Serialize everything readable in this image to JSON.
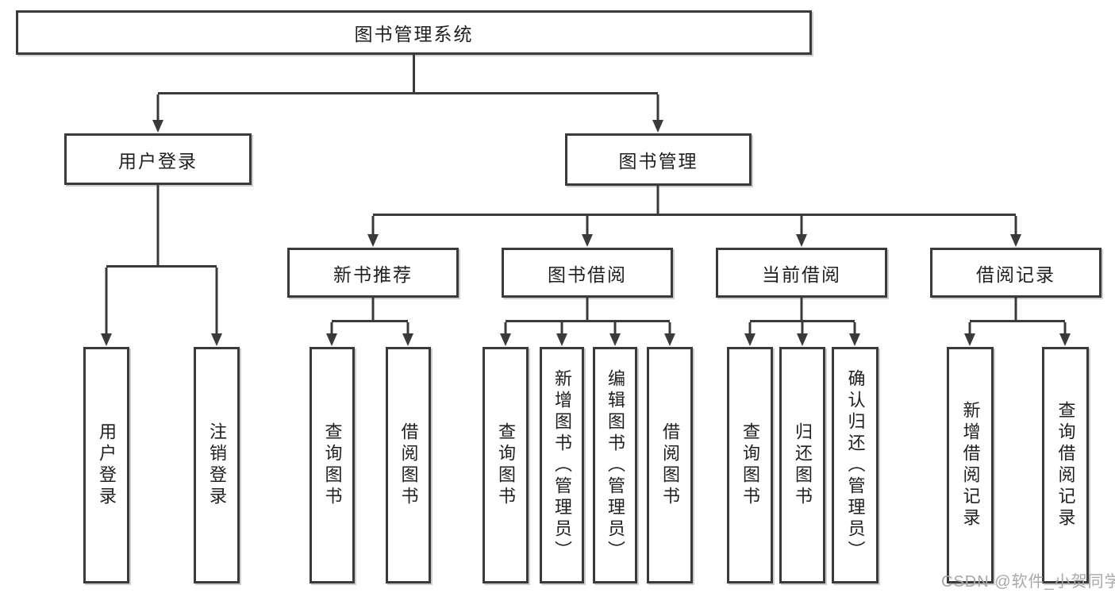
{
  "colors": {
    "line": "#3a3a3a",
    "text": "#1f1f1f",
    "background": "#ffffff",
    "watermark": "#a8a8a8"
  },
  "tree": {
    "label": "图书管理系统",
    "children": [
      {
        "label": "用户登录",
        "children": [
          {
            "label": "用户登录"
          },
          {
            "label": "注销登录"
          }
        ]
      },
      {
        "label": "图书管理",
        "children": [
          {
            "label": "新书推荐",
            "children": [
              {
                "label": "查询图书"
              },
              {
                "label": "借阅图书"
              }
            ]
          },
          {
            "label": "图书借阅",
            "children": [
              {
                "label": "查询图书"
              },
              {
                "label": "新增图书（管理员）"
              },
              {
                "label": "编辑图书（管理员）"
              },
              {
                "label": "借阅图书"
              }
            ]
          },
          {
            "label": "当前借阅",
            "children": [
              {
                "label": "查询图书"
              },
              {
                "label": "归还图书"
              },
              {
                "label": "确认归还（管理员）"
              }
            ]
          },
          {
            "label": "借阅记录",
            "children": [
              {
                "label": "新增借阅记录"
              },
              {
                "label": "查询借阅记录"
              }
            ]
          }
        ]
      }
    ]
  },
  "watermark": {
    "text": "CSDN @软件_小贺同学"
  }
}
